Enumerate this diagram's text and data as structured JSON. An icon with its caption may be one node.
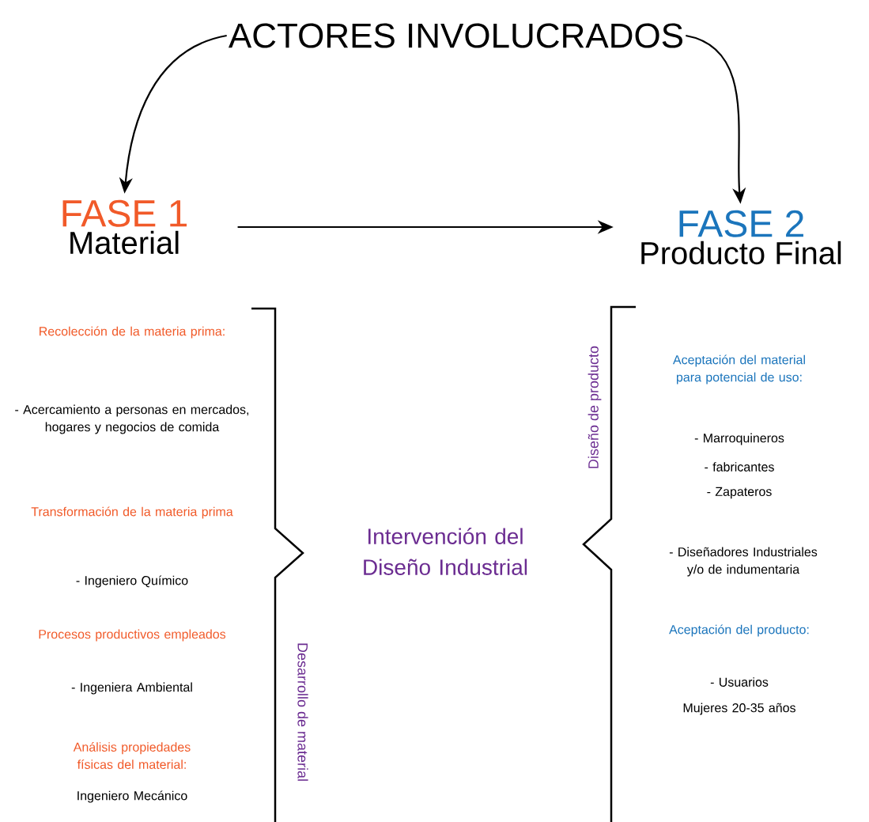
{
  "diagram": {
    "nodes": [
      {
        "text": [
          "ACTORES INVOLUCRADOS"
        ]
      },
      {
        "text": [
          "FASE 1",
          "Material"
        ]
      },
      {
        "text": [
          "FASE 2",
          "Producto Final"
        ]
      }
    ],
    "edges": [
      {
        "from": 0,
        "to": 1,
        "arrow": "to"
      },
      {
        "from": 0,
        "to": 2,
        "arrow": "to"
      },
      {
        "from": 1,
        "to": 2,
        "arrow": "to"
      }
    ],
    "labels": [
      "Recolección de la materia prima:",
      "- Acercamiento a personas en mercados, hogares y negocios de comida",
      "Transformación de la materia prima",
      "- Ingeniero Químico",
      "Procesos productivos empleados",
      "- Ingeniera Ambiental",
      "Análisis propiedades físicas del material:",
      "Ingeniero Mecánico",
      "Desarrollo de material",
      "Intervención del Diseño Industrial",
      "Diseño de producto",
      "Aceptación del material para potencial de uso:",
      "- Marroquineros",
      "- fabricantes",
      "- Zapateros",
      "- Diseñadores Industriales y/o de indumentaria",
      "Aceptación del producto:",
      "- Usuarios",
      "Mujeres 20-35 años"
    ]
  }
}
